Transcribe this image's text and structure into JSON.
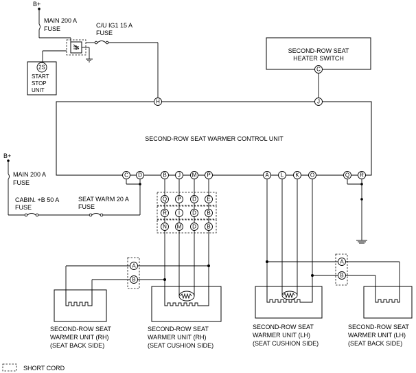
{
  "power": {
    "b_plus": "B+",
    "main_fuse_1": [
      "MAIN 200 A",
      "FUSE"
    ],
    "cu_ig1_fuse": [
      "C/U IG1 15 A",
      "FUSE"
    ],
    "main_fuse_2": [
      "MAIN 200 A",
      "FUSE"
    ],
    "cabin_fuse": [
      "CABIN. +B 50 A",
      "FUSE"
    ],
    "seat_warm_fuse": [
      "SEAT WARM 20 A",
      "FUSE"
    ]
  },
  "start_stop": {
    "code": "2S",
    "label": [
      "START",
      "STOP",
      "UNIT"
    ]
  },
  "switch": {
    "label": [
      "SECOND-ROW SEAT",
      "HEATER SWITCH"
    ],
    "pin": "C"
  },
  "control_unit": {
    "label": "SECOND-ROW SEAT WARMER CONTROL UNIT",
    "top_pins": [
      "H",
      "J"
    ],
    "bottom_pins": [
      "C",
      "D",
      "B",
      "J",
      "M",
      "P",
      "A",
      "L",
      "K",
      "O",
      "Q",
      "R"
    ]
  },
  "short_cord_pins": {
    "row1": [
      "Q",
      "P",
      "D",
      "E"
    ],
    "row2": [
      "R",
      "I",
      "D",
      "B"
    ],
    "row3": [
      "N",
      "M",
      "D",
      "B"
    ]
  },
  "rh_connector_pins": [
    "A",
    "B"
  ],
  "lh_connector_pins": [
    "A",
    "B"
  ],
  "units": {
    "rh_back": [
      "SECOND-ROW SEAT",
      "WARMER UNIT (RH)",
      "(SEAT BACK SIDE)"
    ],
    "rh_cushion": [
      "SECOND-ROW SEAT",
      "WARMER UNIT (RH)",
      "(SEAT CUSHION SIDE)"
    ],
    "lh_cushion": [
      "SECOND-ROW SEAT",
      "WARMER UNIT (LH)",
      "(SEAT CUSHION SIDE)"
    ],
    "lh_back": [
      "SECOND-ROW SEAT",
      "WARMER UNIT (LH)",
      "(SEAT BACK SIDE)"
    ]
  },
  "legend": {
    "short_cord": "SHORT CORD"
  }
}
